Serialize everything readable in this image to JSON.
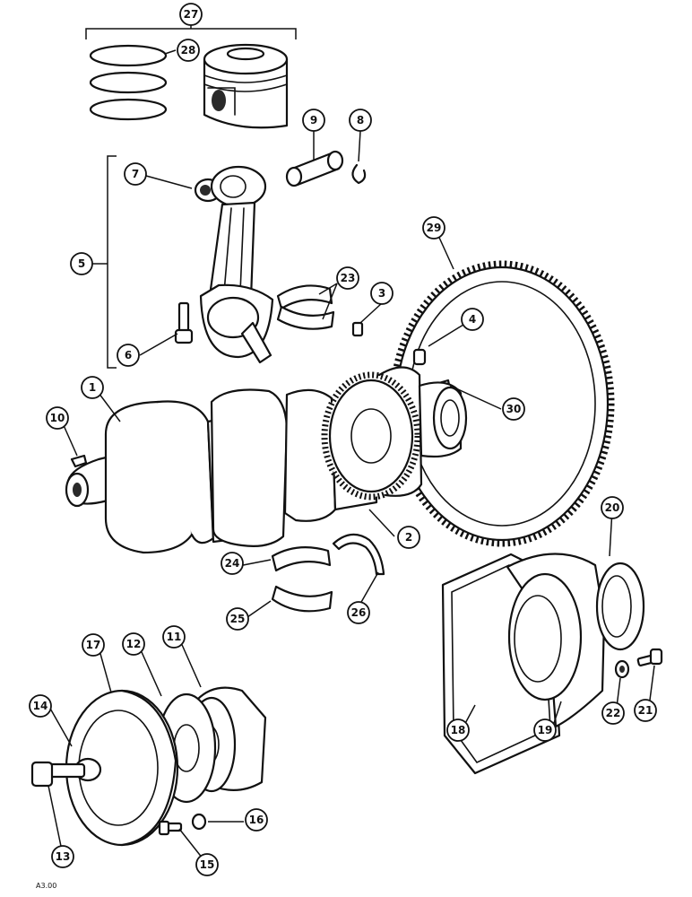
{
  "figure_code": "A3.00",
  "callouts": [
    "1",
    "2",
    "3",
    "4",
    "5",
    "6",
    "7",
    "8",
    "9",
    "10",
    "11",
    "12",
    "13",
    "14",
    "15",
    "16",
    "17",
    "18",
    "19",
    "20",
    "21",
    "22",
    "23",
    "24",
    "25",
    "26",
    "27",
    "28",
    "29",
    "30"
  ],
  "colors": {
    "ink": "#111111",
    "paper": "#ffffff"
  }
}
